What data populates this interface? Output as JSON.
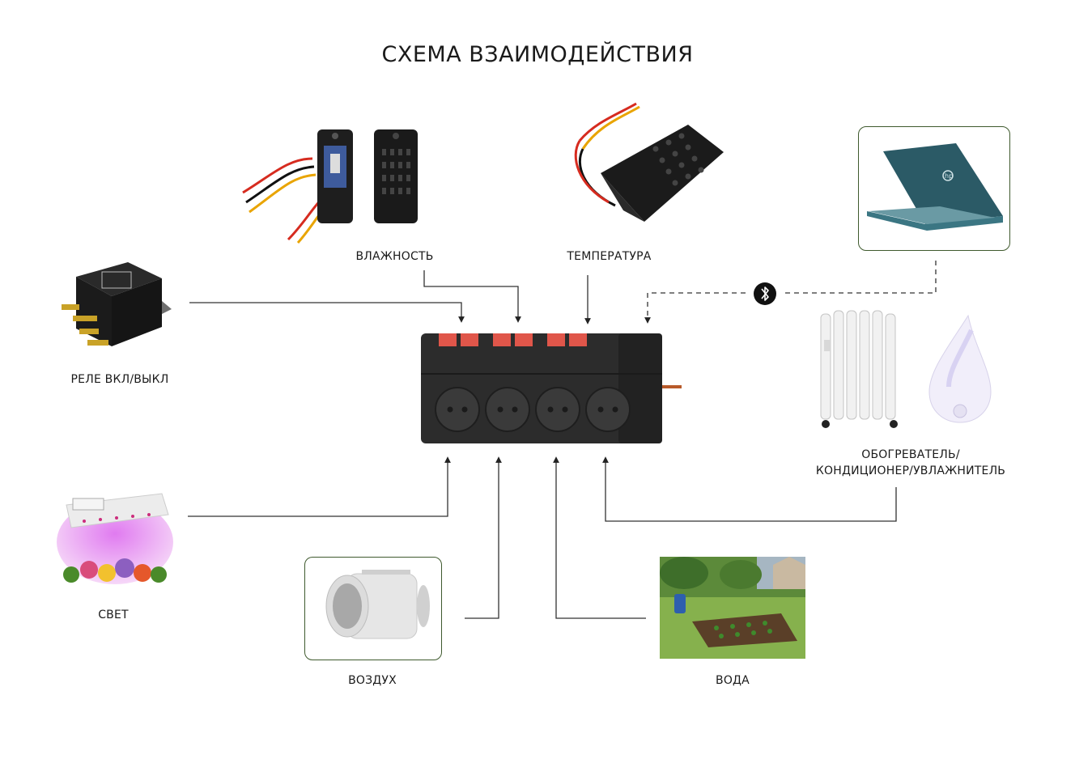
{
  "title": "СХЕМА ВЗАИМОДЕЙСТВИЯ",
  "labels": {
    "humidity": "ВЛАЖНОСТЬ",
    "temperature": "ТЕМПЕРАТУРА",
    "relay": "РЕЛЕ ВКЛ/ВЫКЛ",
    "light": "СВЕТ",
    "air": "ВОЗДУХ",
    "water": "ВОДА",
    "climate_line1": "ОБОГРЕВАТЕЛЬ/",
    "climate_line2": "КОНДИЦИОНЕР/УВЛАЖНИТЕЛЬ"
  },
  "icons": {
    "bluetooth": "bluetooth-icon",
    "laptop_logo": "hp"
  }
}
